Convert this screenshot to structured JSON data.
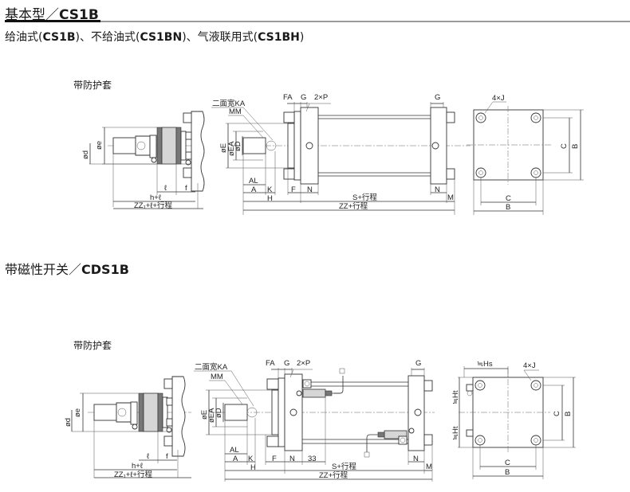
{
  "header": {
    "title_cn": "基本型／",
    "title_model": "CS1B",
    "subtitle_parts": [
      {
        "cn": "给油式(",
        "model": "CS1B",
        "end": ")、"
      },
      {
        "cn": "不给油式(",
        "model": "CS1BN",
        "end": ")、"
      },
      {
        "cn": "气液联用式(",
        "model": "CS1BH",
        "end": ")"
      }
    ]
  },
  "section1": {
    "caption": "带防护套",
    "dims": {
      "phi_d": "ød",
      "phi_e": "øe",
      "l": "ℓ",
      "f": "f",
      "h_l": "h+ℓ",
      "zz1": "ZZ₁+ℓ+行程",
      "ka": "二面宽KA",
      "mm": "MM",
      "phi_E": "øE",
      "phi_EA": "øEA",
      "phi_D": "øD",
      "al": "AL",
      "a": "A",
      "k": "K",
      "h": "H",
      "fa": "FA",
      "g": "G",
      "p": "2×P",
      "F": "F",
      "n": "N",
      "s": "S+行程",
      "zz": "ZZ+行程",
      "m": "M",
      "j": "4×J",
      "b": "B",
      "c": "C"
    }
  },
  "section2": {
    "title_cn": "带磁性开关／",
    "title_model": "CDS1B",
    "caption": "带防护套",
    "dims": {
      "phi_d": "ød",
      "phi_e": "øe",
      "l": "ℓ",
      "f": "f",
      "h_l": "h+ℓ",
      "zz1": "ZZ₁+ℓ+行程",
      "ka": "二面宽KA",
      "mm": "MM",
      "phi_E": "øE",
      "phi_EA": "øEA",
      "phi_D": "øD",
      "al": "AL",
      "a": "A",
      "k": "K",
      "h": "H",
      "fa": "FA",
      "g": "G",
      "p": "2×P",
      "F": "F",
      "n": "N",
      "n33": "33",
      "s": "S+行程",
      "zz": "ZZ+行程",
      "m": "M",
      "j": "4×J",
      "b": "B",
      "c": "C",
      "hs": "≒Hs",
      "ht": "≒Ht"
    }
  }
}
